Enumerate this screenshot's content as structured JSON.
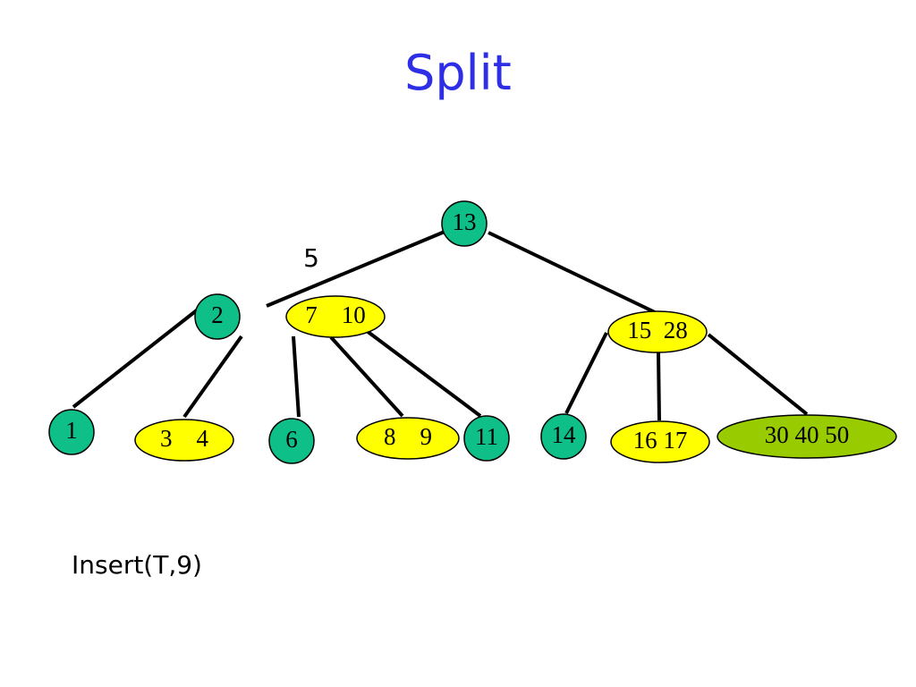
{
  "title": "Split",
  "caption": "Insert(T,9)",
  "floating_key": "5",
  "colors": {
    "title": "#2e2ee6",
    "green": "#0fbf88",
    "yellow": "#ffff00",
    "olive": "#99cc00",
    "edge": "#000000"
  },
  "nodes": [
    {
      "id": "n13",
      "label": "13",
      "fill": "green"
    },
    {
      "id": "n2",
      "label": "2",
      "fill": "green"
    },
    {
      "id": "n7-10",
      "label": "7    10",
      "fill": "yellow"
    },
    {
      "id": "n15-28",
      "label": "15  28",
      "fill": "yellow"
    },
    {
      "id": "n1",
      "label": "1",
      "fill": "green"
    },
    {
      "id": "n3-4",
      "label": "3    4",
      "fill": "yellow"
    },
    {
      "id": "n6",
      "label": "6",
      "fill": "green"
    },
    {
      "id": "n8-9",
      "label": "8    9",
      "fill": "yellow"
    },
    {
      "id": "n11",
      "label": "11",
      "fill": "green"
    },
    {
      "id": "n14",
      "label": "14",
      "fill": "green"
    },
    {
      "id": "n16-17",
      "label": "16 17",
      "fill": "yellow"
    },
    {
      "id": "n30-40-50",
      "label": "30 40 50",
      "fill": "olive"
    }
  ],
  "edges": [
    {
      "from": "n13",
      "to": "n2"
    },
    {
      "from": "n13",
      "to": "n15-28"
    },
    {
      "from": "n2",
      "to": "n1"
    },
    {
      "from": "n2",
      "to": "n3-4"
    },
    {
      "from": "n7-10",
      "to": "n6"
    },
    {
      "from": "n7-10",
      "to": "n8-9"
    },
    {
      "from": "n7-10",
      "to": "n11"
    },
    {
      "from": "n15-28",
      "to": "n14"
    },
    {
      "from": "n15-28",
      "to": "n16-17"
    },
    {
      "from": "n15-28",
      "to": "n30-40-50"
    }
  ]
}
